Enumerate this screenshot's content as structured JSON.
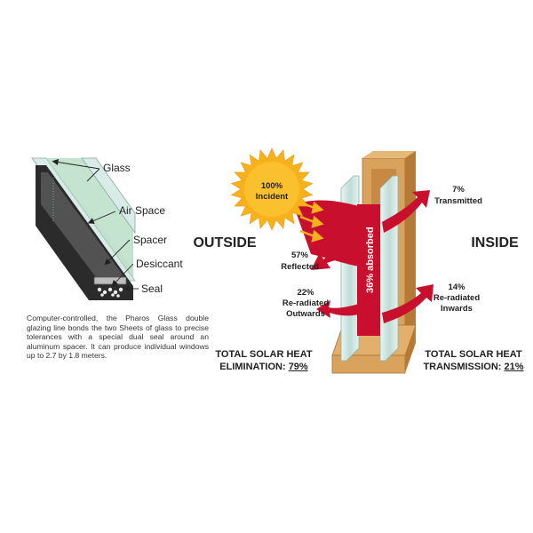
{
  "left_panel": {
    "labels": {
      "glass": "Glass",
      "air_space": "Air Space",
      "spacer": "Spacer",
      "desiccant": "Desiccant",
      "seal": "Seal"
    },
    "caption": "Computer-controlled, the Pharos Glass double glazing line bonds the two Sheets of glass to precise tolerances with a special dual seal around an aluminum spacer. It can produce individual windows up to 2.7 by 1.8 meters."
  },
  "right_panel": {
    "outside_label": "OUTSIDE",
    "inside_label": "INSIDE",
    "incident": {
      "pct": "100%",
      "text": "Incident"
    },
    "reflected": {
      "pct": "57%",
      "text": "Reflected"
    },
    "reradiated_out": {
      "pct": "22%",
      "line1": "Re-radiated",
      "line2": "Outwards"
    },
    "transmitted": {
      "pct": "7%",
      "text": "Transmitted"
    },
    "reradiated_in": {
      "pct": "14%",
      "line1": "Re-radiated",
      "line2": "Inwards"
    },
    "absorbed": "36% absorbed",
    "total_elimination": {
      "line1": "TOTAL SOLAR HEAT",
      "prefix": "ELIMINATION:",
      "value": "79%"
    },
    "total_transmission": {
      "line1": "TOTAL SOLAR HEAT",
      "prefix": "TRANSMISSION:",
      "value": "21%"
    }
  },
  "colors": {
    "sun": "#f7b21b",
    "arrow_red": "#c8102e",
    "wood_frame": "#d9a35e",
    "glass": "#cfe6e0",
    "air_space_green": "#a9d6b8"
  }
}
